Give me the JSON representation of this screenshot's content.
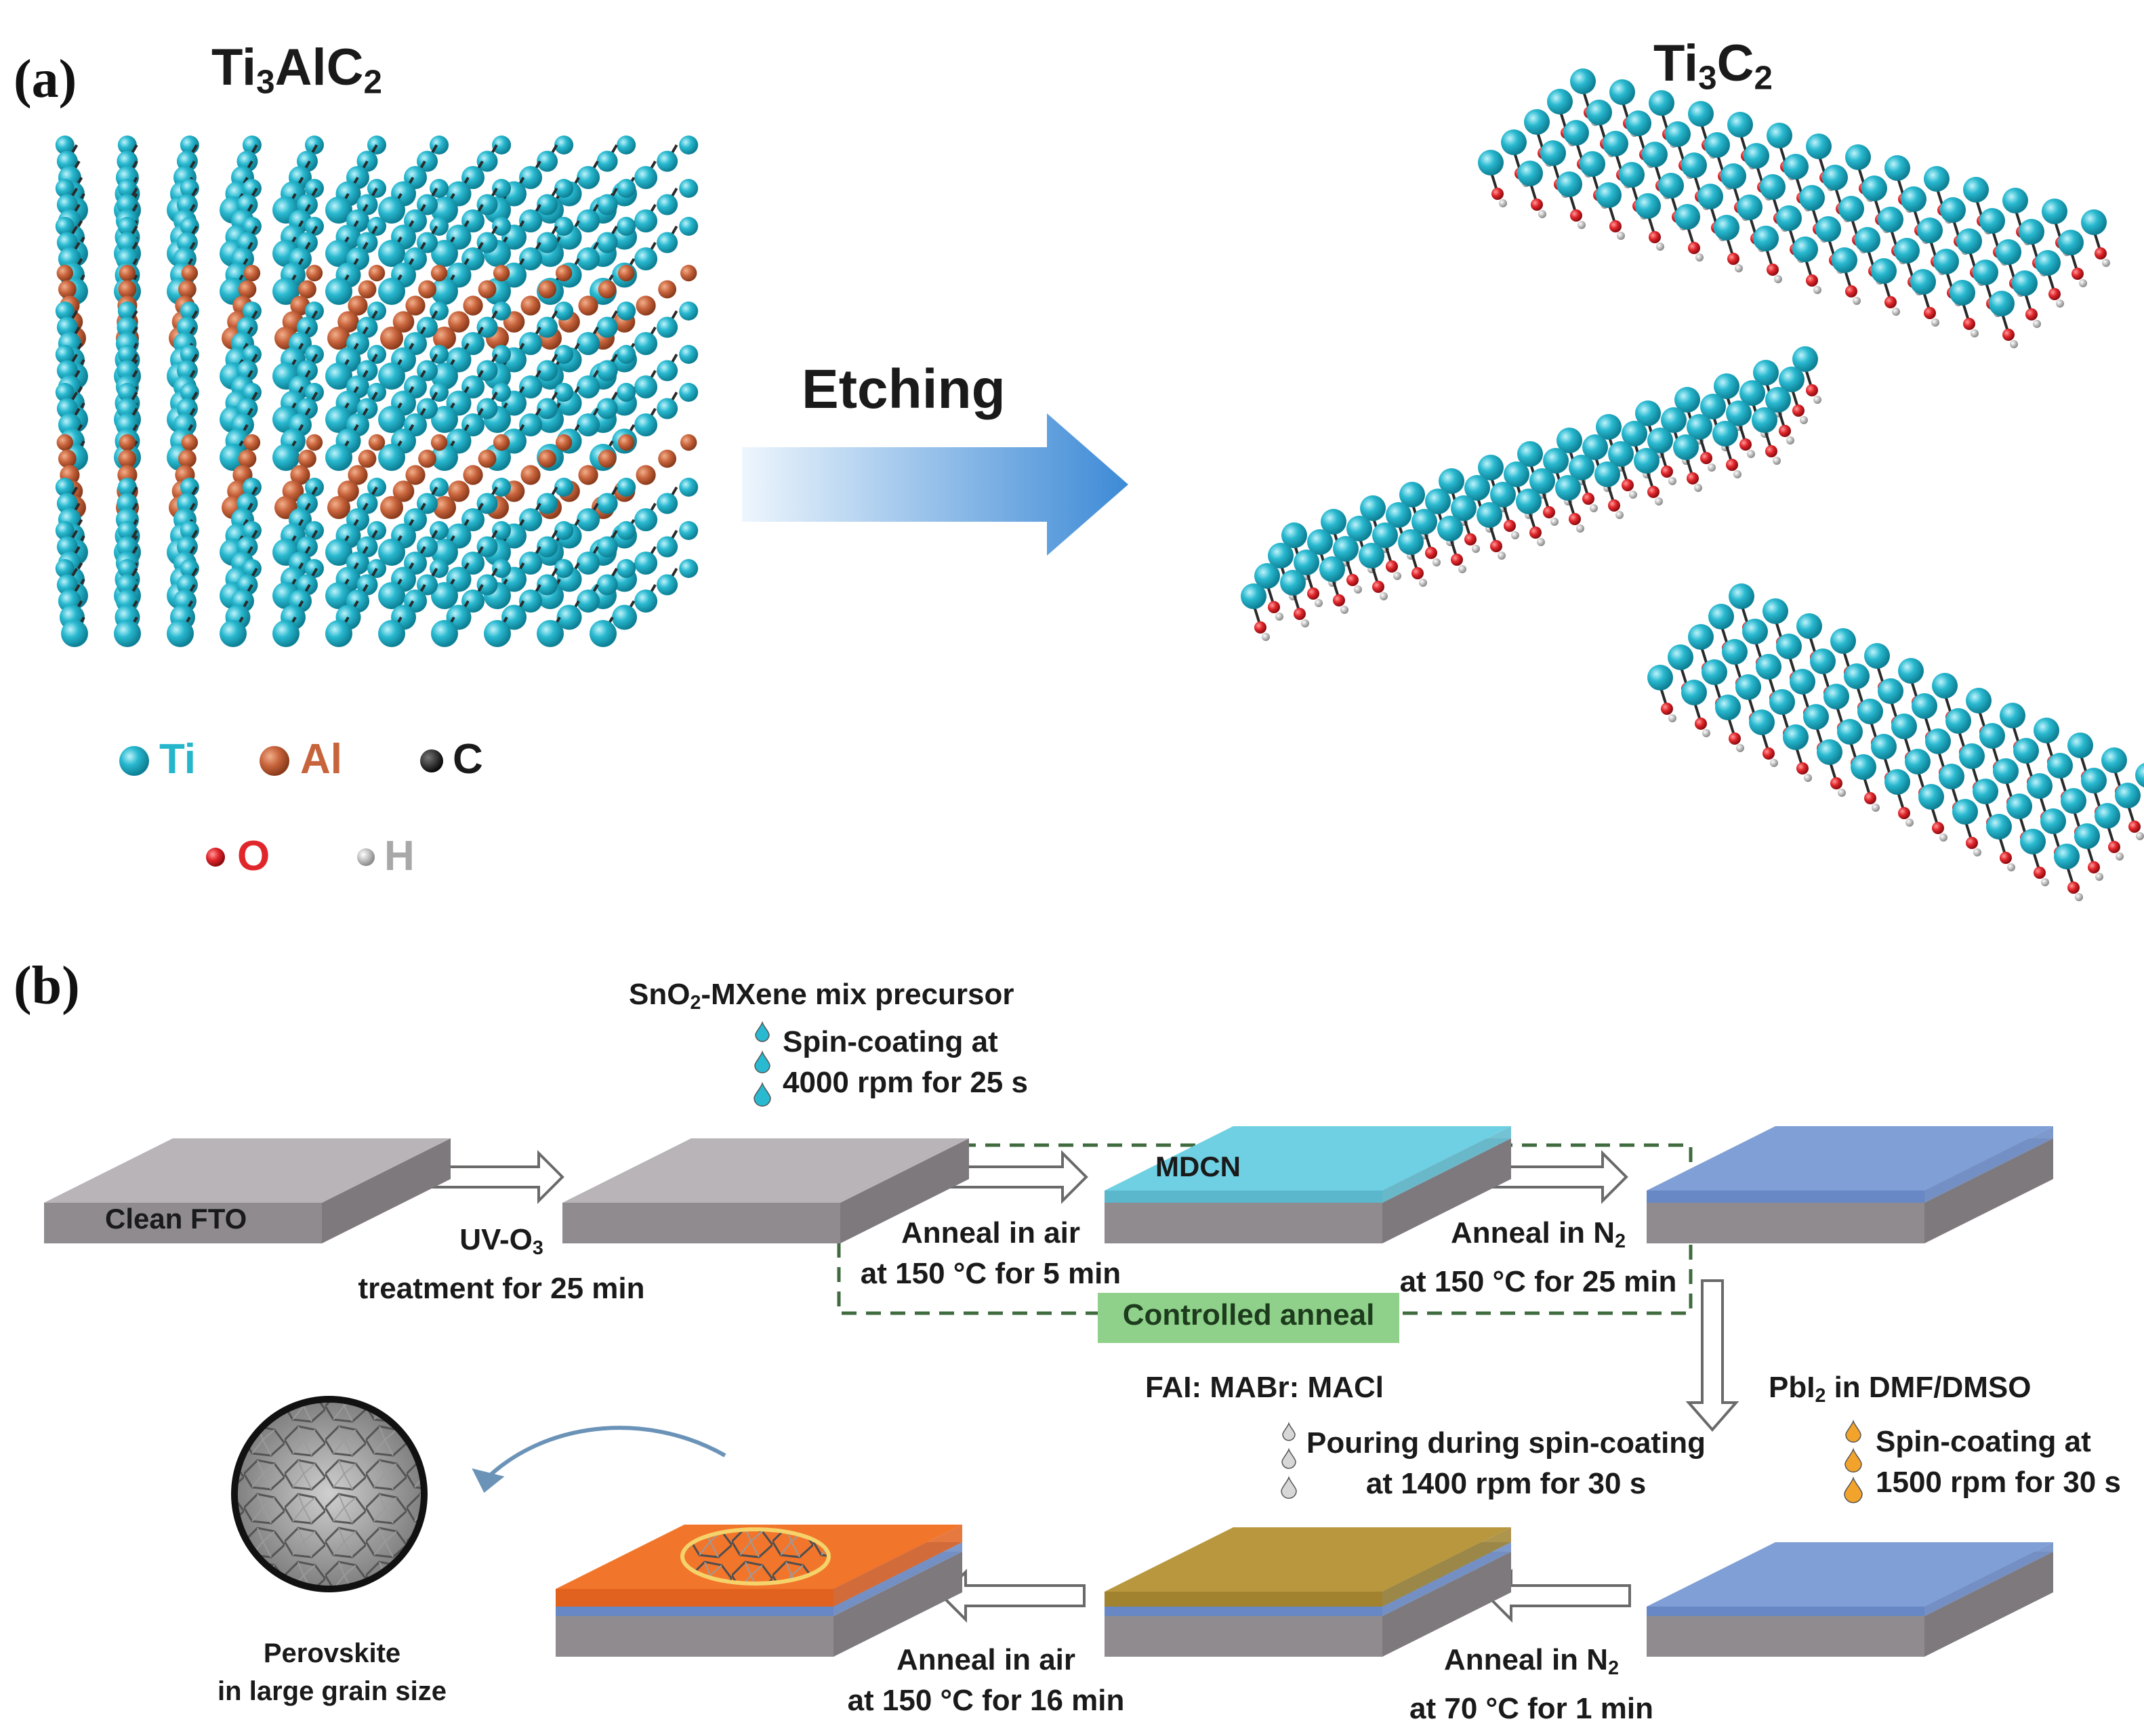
{
  "panel_a": {
    "label": "(a)",
    "left_material": {
      "base": "Ti",
      "sub1": "3",
      "mid": "AlC",
      "sub2": "2"
    },
    "right_material": {
      "base": "Ti",
      "sub1": "3",
      "mid": "C",
      "sub2": "2"
    },
    "arrow_label": "Etching",
    "legend": [
      {
        "symbol": "Ti",
        "color": "#26b6cc"
      },
      {
        "symbol": "Al",
        "color": "#c8643c"
      },
      {
        "symbol": "C",
        "color": "#1a1a1a"
      },
      {
        "symbol": "O",
        "color": "#e0262b"
      },
      {
        "symbol": "H",
        "color": "#a8a8a8"
      }
    ]
  },
  "panel_b": {
    "label": "(b)",
    "substrate_label": "Clean FTO",
    "step1": {
      "line1_pre": "UV-O",
      "line1_sub": "3",
      "line2": "treatment for 25 min"
    },
    "precursor": {
      "pre": "SnO",
      "sub": "2",
      "post": "-MXene mix precursor"
    },
    "spin1": {
      "line1": "Spin-coating at",
      "line2": "4000 rpm for 25 s"
    },
    "anneal_air_1": {
      "line1": "Anneal in air",
      "line2": "at 150 °C for 5 min"
    },
    "anneal_n2_1": {
      "line1_pre": "Anneal in N",
      "line1_sub": "2",
      "line2": "at 150 °C for 25 min"
    },
    "controlled_anneal": "Controlled anneal",
    "mdcn_label": "MDCN",
    "pbi2": {
      "pre": "PbI",
      "sub": "2",
      "post": " in DMF/DMSO"
    },
    "spin2": {
      "line1": "Spin-coating at",
      "line2": "1500 rpm for 30 s"
    },
    "fai": "FAI: MABr: MACl",
    "pour": {
      "line1": "Pouring during spin-coating",
      "line2": "at 1400 rpm for 30 s"
    },
    "anneal_n2_2": {
      "line1_pre": "Anneal in N",
      "line1_sub": "2",
      "line2": "at 70 °C for 1 min"
    },
    "anneal_air_2": {
      "line1": "Anneal in air",
      "line2": "at 150 °C for 16 min"
    },
    "perovskite": {
      "line1": "Perovskite",
      "line2": "in large grain size"
    },
    "colors": {
      "substrate_top": "#b9b4b8",
      "substrate_side": "#8f8b8f",
      "sno2_mxene": "#6fd0e3",
      "mdcn": "#7f9fd6",
      "intermediate": "#b8973f",
      "perovskite": "#f2752c",
      "anneal_box": "#8fd18a",
      "dashed": "#3f6b3f"
    }
  }
}
